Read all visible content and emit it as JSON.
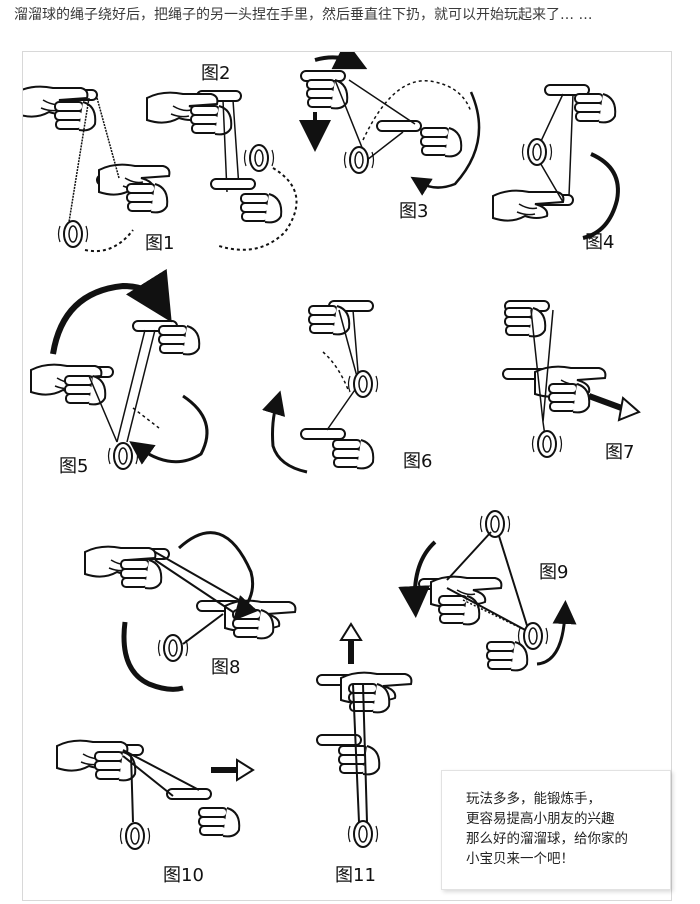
{
  "intro_text": "溜溜球的绳子绕好后，把绳子的另一头捏在手里，然后垂直往下扔，就可以开始玩起来了… …",
  "figures": [
    {
      "label": "图1"
    },
    {
      "label": "图2"
    },
    {
      "label": "图3"
    },
    {
      "label": "图4"
    },
    {
      "label": "图5"
    },
    {
      "label": "图6"
    },
    {
      "label": "图7"
    },
    {
      "label": "图8"
    },
    {
      "label": "图9"
    },
    {
      "label": "图10"
    },
    {
      "label": "图11"
    }
  ],
  "note": {
    "lines": [
      "玩法多多，能锻炼手，",
      "更容易提高小朋友的兴趣",
      "那么好的溜溜球，给你家的",
      "小宝贝来一个吧！"
    ]
  }
}
